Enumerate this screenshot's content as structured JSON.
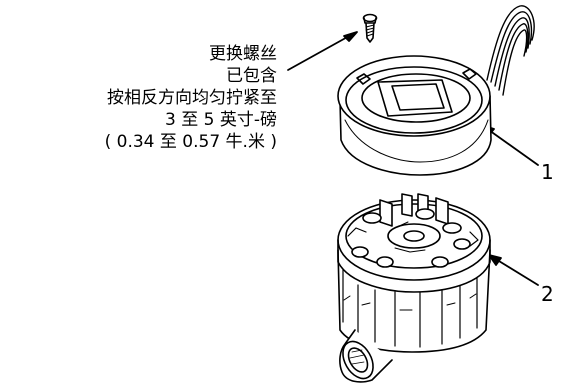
{
  "instructions": {
    "line1": "更换螺丝",
    "line2": "已包含",
    "line3": "按相反方向均匀拧紧至",
    "line4": "3 至 5 英寸-磅",
    "line5": "( 0.34 至 0.57 牛.米 )"
  },
  "callouts": {
    "part1": "1",
    "part2": "2"
  }
}
